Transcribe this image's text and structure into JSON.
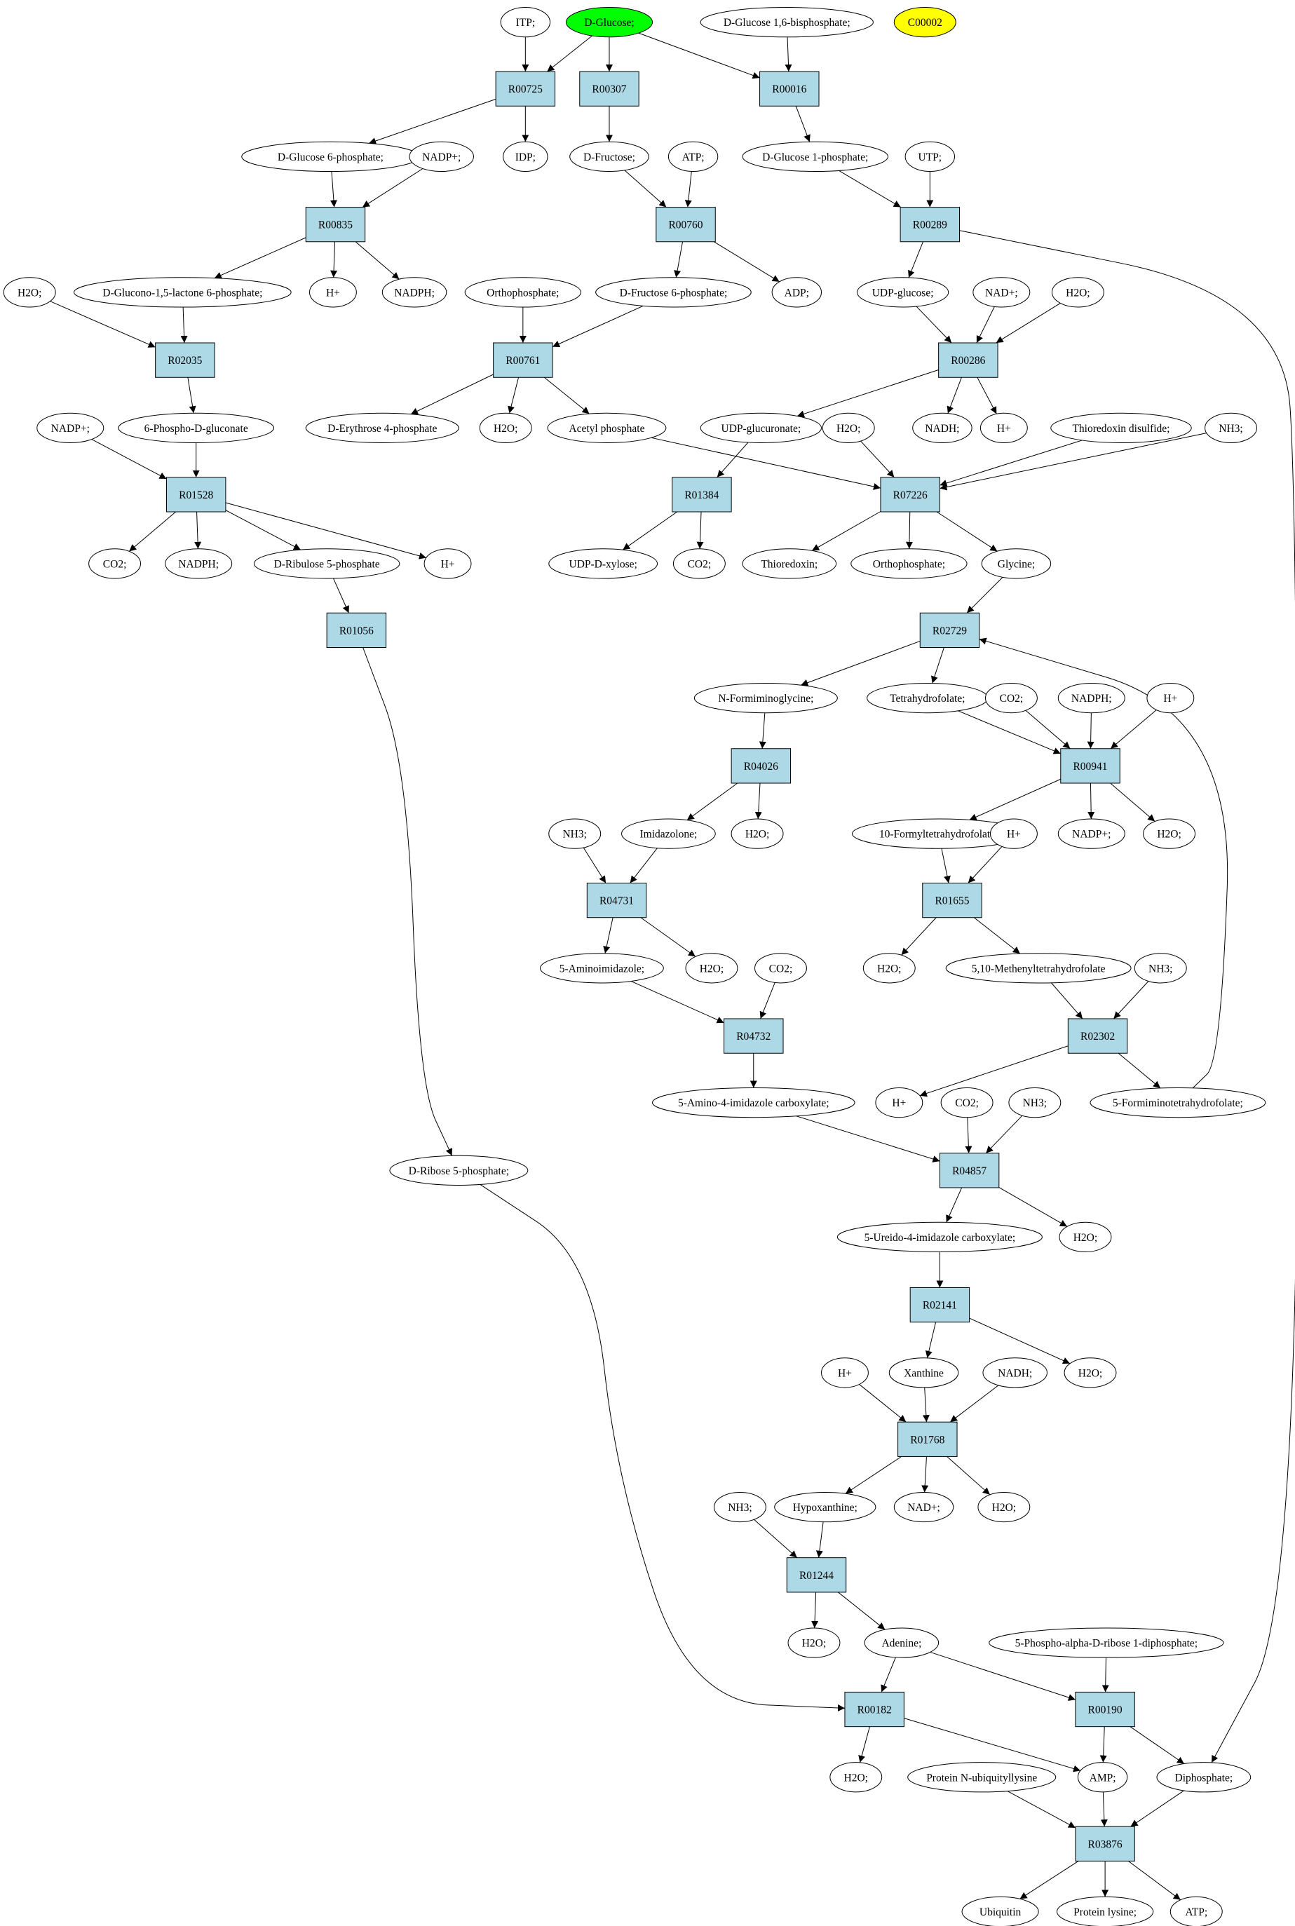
{
  "colors": {
    "reaction_fill": "#add8e6",
    "start_fill": "#00ff00",
    "highlight_fill": "#ffff00",
    "edge": "#000000"
  },
  "nodes": {
    "ITP": "ITP;",
    "DGlc": "D-Glucose;",
    "G16BP": "D-Glucose 1,6-bisphosphate;",
    "C00002": "C00002",
    "R00725": "R00725",
    "R00307": "R00307",
    "R00016": "R00016",
    "G6P": "D-Glucose 6-phosphate;",
    "NADPp1": "NADP+;",
    "IDP": "IDP;",
    "DFru": "D-Fructose;",
    "ATP1": "ATP;",
    "G1P": "D-Glucose 1-phosphate;",
    "UTP": "UTP;",
    "R00835": "R00835",
    "R00760": "R00760",
    "R00289": "R00289",
    "H2O_1": "H2O;",
    "GL6P": "D-Glucono-1,5-lactone 6-phosphate;",
    "Hp1": "H+",
    "NADPH1": "NADPH;",
    "Pi1": "Orthophosphate;",
    "F6P": "D-Fructose 6-phosphate;",
    "ADP": "ADP;",
    "UDPG": "UDP-glucose;",
    "NADp1": "NAD+;",
    "H2O_2": "H2O;",
    "R02035": "R02035",
    "R00761": "R00761",
    "R00286": "R00286",
    "PG6": "6-Phospho-D-gluconate",
    "E4P": "D-Erythrose 4-phosphate",
    "H2O_3": "H2O;",
    "AcP": "Acetyl phosphate",
    "UDPGA": "UDP-glucuronate;",
    "NADH1": "NADH;",
    "Hp2": "H+",
    "NADPp2": "NADP+;",
    "H2O_4": "H2O;",
    "TrxSS": "Thioredoxin disulfide;",
    "NH3_1": "NH3;",
    "R01528": "R01528",
    "R01384": "R01384",
    "R07226": "R07226",
    "CO2_1": "CO2;",
    "NADPH2": "NADPH;",
    "Ru5P": "D-Ribulose 5-phosphate",
    "Hp3": "H+",
    "UDPXyl": "UDP-D-xylose;",
    "CO2_2": "CO2;",
    "Trx": "Thioredoxin;",
    "Pi2": "Orthophosphate;",
    "Gly": "Glycine;",
    "R01056": "R01056",
    "R02729": "R02729",
    "NFG": "N-Formiminoglycine;",
    "THF": "Tetrahydrofolate;",
    "CO2_3": "CO2;",
    "NADPH3": "NADPH;",
    "Hp4": "H+",
    "R04026": "R04026",
    "R00941": "R00941",
    "NH3_2": "NH3;",
    "Imid": "Imidazolone;",
    "H2O_5": "H2O;",
    "FTHF10": "10-Formyltetrahydrofolate;",
    "Hp5": "H+",
    "NADPp3": "NADP+;",
    "H2O_6": "H2O;",
    "R04731": "R04731",
    "R01655": "R01655",
    "AmImid": "5-Aminoimidazole;",
    "H2O_7": "H2O;",
    "CO2_4": "CO2;",
    "H2O_8": "H2O;",
    "MTHF": "5,10-Methenyltetrahydrofolate",
    "NH3_3": "NH3;",
    "R04732": "R04732",
    "R02302": "R02302",
    "AIC": "5-Amino-4-imidazole carboxylate;",
    "Hp6": "H+",
    "CO2_5": "CO2;",
    "NH3_4": "NH3;",
    "FIT": "5-Formiminotetrahydrofolate;",
    "R5P": "D-Ribose 5-phosphate;",
    "R04857": "R04857",
    "UIC": "5-Ureido-4-imidazole carboxylate;",
    "H2O_9": "H2O;",
    "R02141": "R02141",
    "Hp7": "H+",
    "Xan": "Xanthine",
    "NADH2": "NADH;",
    "H2O_10": "H2O;",
    "R01768": "R01768",
    "NH3_5": "NH3;",
    "Hyp": "Hypoxanthine;",
    "NADp2": "NAD+;",
    "H2O_11": "H2O;",
    "R01244": "R01244",
    "H2O_12": "H2O;",
    "Ade": "Adenine;",
    "PRPP": "5-Phospho-alpha-D-ribose 1-diphosphate;",
    "R00182": "R00182",
    "R00190": "R00190",
    "H2O_13": "H2O;",
    "PNUL": "Protein N-ubiquityllysine",
    "AMP": "AMP;",
    "PPi": "Diphosphate;",
    "R03876": "R03876",
    "Ubq": "Ubiquitin",
    "PLys": "Protein lysine;",
    "ATP2": "ATP;"
  }
}
